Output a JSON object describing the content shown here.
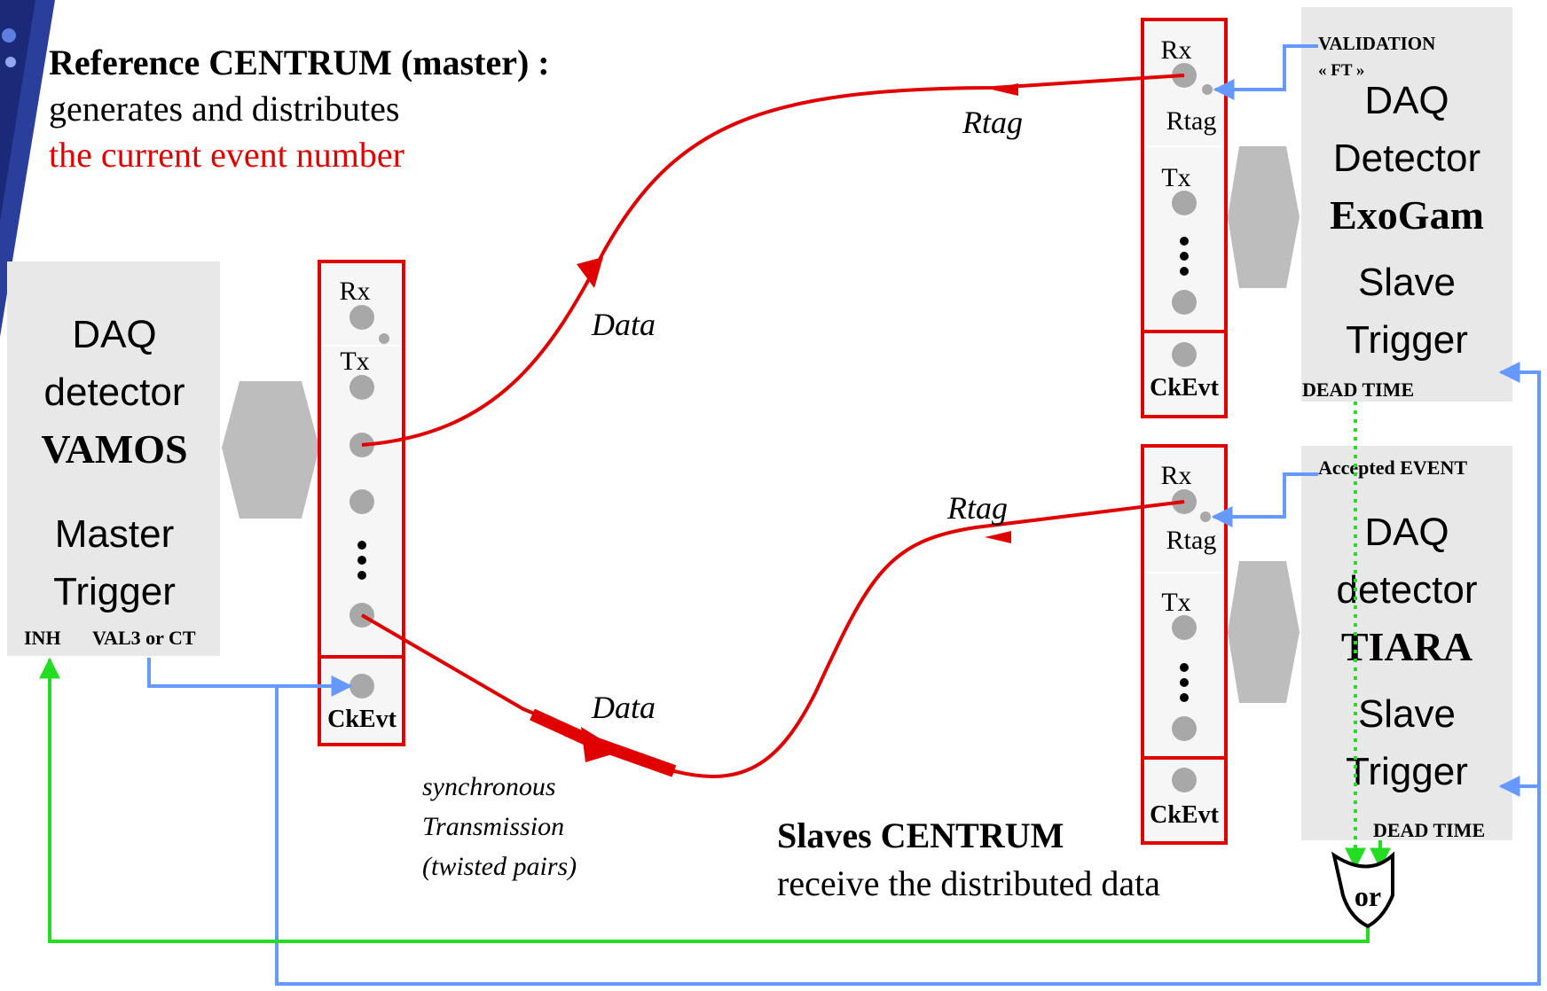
{
  "colors": {
    "red": "#e00000",
    "blue": "#6699ff",
    "green": "#22dd22",
    "grey_box": "#e8e8e8",
    "grey_dot": "#a8a8a8",
    "black": "#000000"
  },
  "header": {
    "title": "Reference CENTRUM (master) :",
    "line1": "generates and distributes",
    "line2": "the current event number"
  },
  "vamos": {
    "line1": "DAQ",
    "line2": "detector",
    "line3": "VAMOS",
    "line4": "Master",
    "line5": "Trigger",
    "inh": "INH",
    "val3": "VAL3 or CT"
  },
  "master_centrum": {
    "rx": "Rx",
    "tx": "Tx",
    "ckevt": "CkEvt"
  },
  "exogam": {
    "validation": "VALIDATION",
    "ft": "« FT »",
    "line1": "DAQ",
    "line2": "Detector",
    "line3": "ExoGam",
    "line4": "Slave",
    "line5": "Trigger",
    "dead_time": "DEAD TIME"
  },
  "tiara": {
    "accepted": "Accepted EVENT",
    "line1": "DAQ",
    "line2": "detector",
    "line3": "TIARA",
    "line4": "Slave",
    "line5": "Trigger",
    "dead_time": "DEAD TIME"
  },
  "slave1": {
    "rx": "Rx",
    "rtag": "Rtag",
    "tx": "Tx",
    "ckevt": "CkEvt"
  },
  "slave2": {
    "rx": "Rx",
    "rtag": "Rtag",
    "tx": "Tx",
    "ckevt": "CkEvt"
  },
  "links": {
    "rtag_top": "Rtag",
    "rtag_bottom": "Rtag",
    "data_top": "Data",
    "data_bottom": "Data",
    "sync1": "synchronous",
    "sync2": "Transmission",
    "sync3": "(twisted pairs)"
  },
  "slaves_caption": {
    "title": "Slaves CENTRUM",
    "sub": "receive the distributed data"
  },
  "or_gate": {
    "label": "or"
  }
}
